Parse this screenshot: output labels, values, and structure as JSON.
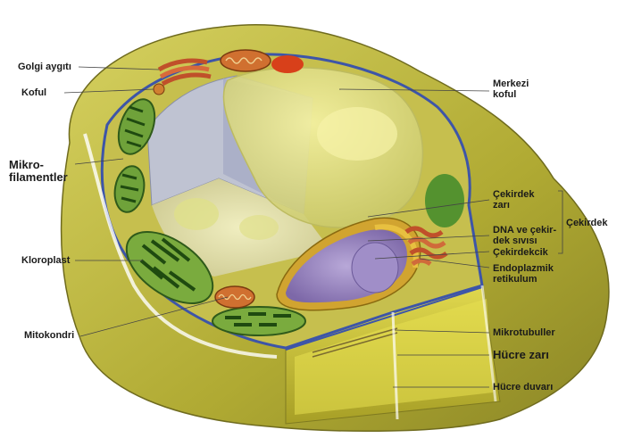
{
  "labels": {
    "golgi": "Golgi aygıtı",
    "koful": "Koful",
    "mikrofilament": "Mikro-\nfilamentler",
    "kloroplast": "Kloroplast",
    "mitokondri": "Mitokondri",
    "merkezi_koful": "Merkezi\nkoful",
    "cekirdek_zari": "Çekirdek\nzarı",
    "dna": "DNA ve çekir-\ndek sıvısı",
    "cekirdekcik": "Çekirdekcik",
    "endoplazmik": "Endoplazmik\nretikulum",
    "cekirdek_group": "Çekirdek",
    "mikrotubuller": "Mikrotubuller",
    "hucre_zari": "Hücre zarı",
    "hucre_duvari": "Hücre duvarı"
  },
  "colors": {
    "wall": "#b7b13a",
    "wall_dark": "#8c8a2a",
    "cytoplasm": "#c9c35a",
    "vacuole": "#d9d6a0",
    "membrane_blue": "#3d55a8",
    "chloroplast": "#3f8a2a",
    "nucleus": "#8f7bb8",
    "nucleus_edge": "#e0b23a",
    "er": "#c0502a",
    "leader": "#444444"
  }
}
